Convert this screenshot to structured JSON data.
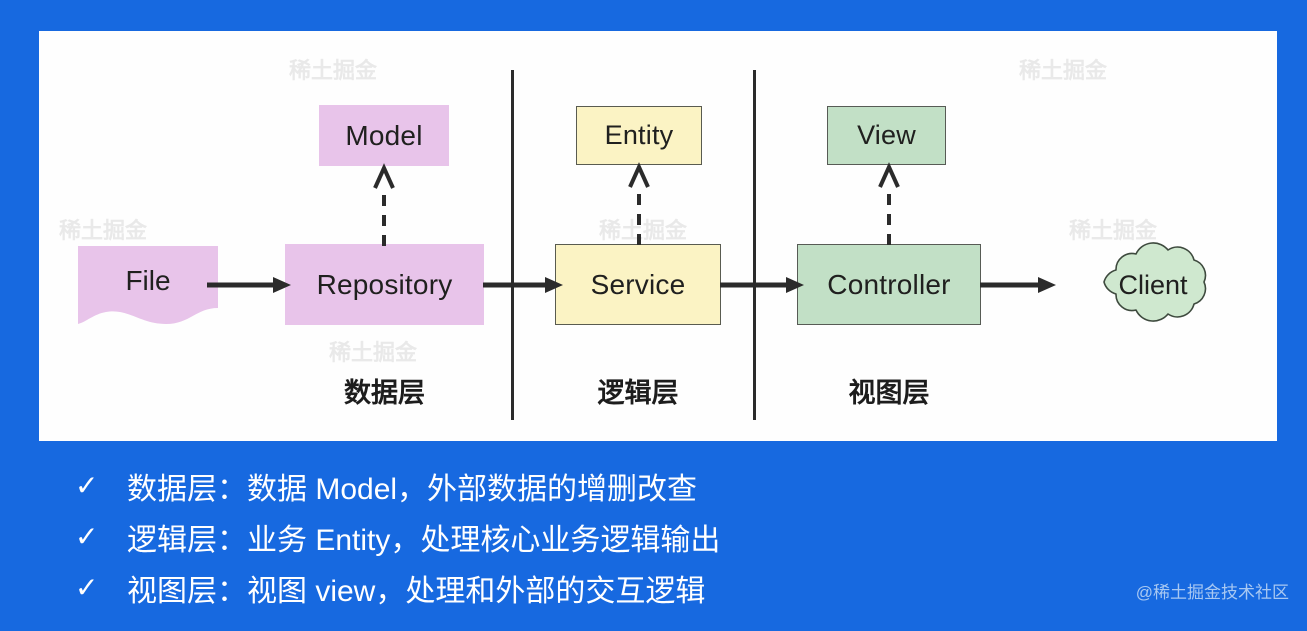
{
  "theme": {
    "background_color": "#1769e0",
    "panel_color": "#fefefe",
    "purple_fill": "#e8c4ea",
    "yellow_fill": "#fbf3c4",
    "green_fill": "#c2e0c6",
    "stroke_color": "#2b2b2b",
    "text_color": "#20201f",
    "bullet_text_color": "#ffffff"
  },
  "diagram": {
    "nodes": {
      "file": "File",
      "repository": "Repository",
      "model": "Model",
      "service": "Service",
      "entity": "Entity",
      "controller": "Controller",
      "view": "View",
      "client": "Client"
    },
    "layers": [
      {
        "label": "数据层"
      },
      {
        "label": "逻辑层"
      },
      {
        "label": "视图层"
      }
    ],
    "watermarks": [
      "稀土掘金",
      "稀土掘金",
      "稀土掘金",
      "稀土掘金",
      "稀土掘金",
      "稀土掘金"
    ]
  },
  "bullets": [
    {
      "check": "✓",
      "text": "数据层：数据 Model，外部数据的增删改查"
    },
    {
      "check": "✓",
      "text": "逻辑层：业务 Entity，处理核心业务逻辑输出"
    },
    {
      "check": "✓",
      "text": "视图层：视图 view，处理和外部的交互逻辑"
    }
  ],
  "footer": {
    "watermark": "@稀土掘金技术社区"
  }
}
